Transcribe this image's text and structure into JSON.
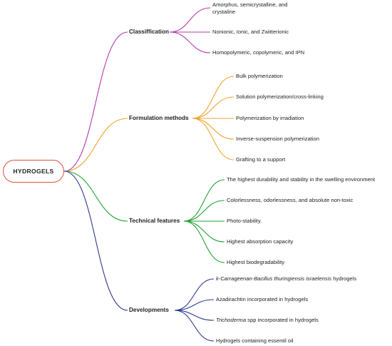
{
  "root": {
    "label": "HYDROGELS",
    "color": "#d9533b"
  },
  "branches": [
    {
      "label": "Classiffication",
      "color": "#b23cb0",
      "items": [
        [
          {
            "text": "Amorphus, semicrystalline, and crystaline"
          }
        ],
        [
          {
            "text": "Nonionic, Ionic, and Zwitterionic"
          }
        ],
        [
          {
            "text": "Homopolymeric, copolymeric, and IPN"
          }
        ]
      ]
    },
    {
      "label": "Formulation methods",
      "color": "#f0a22e",
      "items": [
        [
          {
            "text": "Bulk polymerization"
          }
        ],
        [
          {
            "text": "Solution polymerization/cross-linking"
          }
        ],
        [
          {
            "text": "Polymerization by irradiation"
          }
        ],
        [
          {
            "text": "Inverse-suspension polymerization"
          }
        ],
        [
          {
            "text": "Grafting to a support"
          }
        ]
      ]
    },
    {
      "label": "Technical features",
      "color": "#21a131",
      "items": [
        [
          {
            "text": "The highest durability and stability in the swelling environment"
          }
        ],
        [
          {
            "text": "Colorlessness, odorlessness, and absolute non-toxic"
          }
        ],
        [
          {
            "text": "Photo-stability."
          }
        ],
        [
          {
            "text": "Highest absorption capacity"
          }
        ],
        [
          {
            "text": "Highest biodegradability"
          }
        ]
      ]
    },
    {
      "label": "Developments",
      "color": "#2e3a8c",
      "items": [
        [
          {
            "text": "k",
            "italic": true
          },
          {
            "text": "-Carrageenan-"
          },
          {
            "text": "Bacillus thuringiensis israelensis",
            "italic": true
          },
          {
            "text": " hydrogels"
          }
        ],
        [
          {
            "text": "Azadirachtin incorporated in hydrogels"
          }
        ],
        [
          {
            "text": "Trichoderma",
            "italic": true
          },
          {
            "text": " spp incorporated in hydrogels"
          }
        ],
        [
          {
            "text": "Hydrogels containing essentil oil"
          }
        ]
      ]
    }
  ]
}
